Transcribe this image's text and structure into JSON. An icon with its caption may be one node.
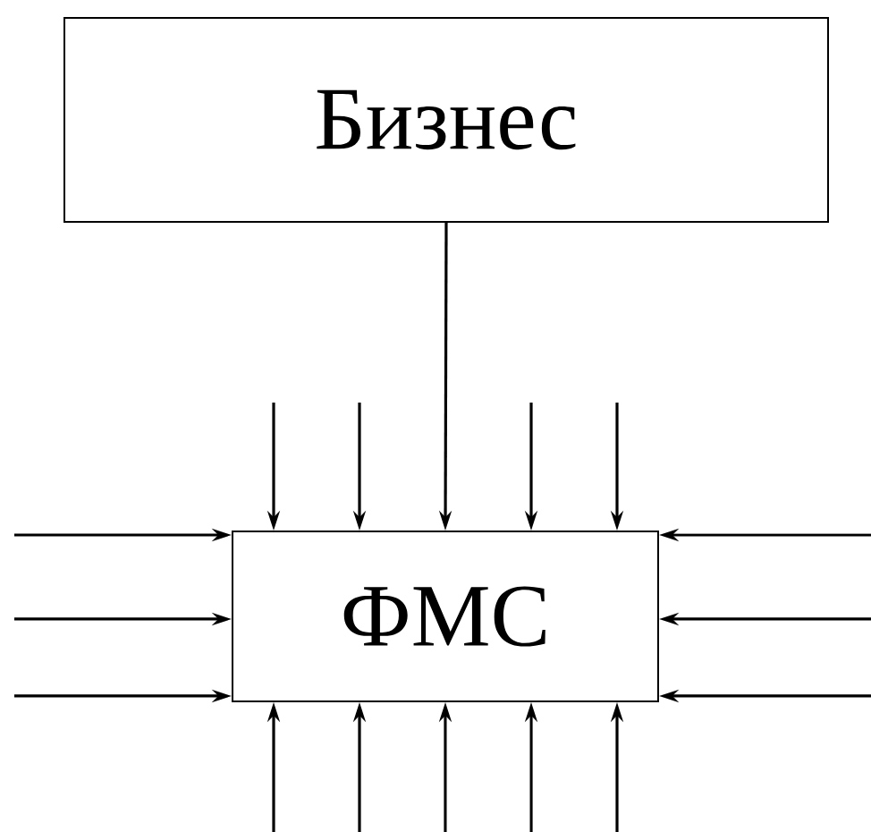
{
  "diagram": {
    "nodes": [
      {
        "text": [
          "Бизнес"
        ]
      },
      {
        "text": [
          "ФМС"
        ]
      }
    ],
    "edges": [
      {
        "from": 0,
        "to": 1,
        "arrow": "to"
      },
      {
        "from": null,
        "to": 1,
        "arrow": "to"
      },
      {
        "from": null,
        "to": 1,
        "arrow": "to"
      },
      {
        "from": null,
        "to": 1,
        "arrow": "to"
      },
      {
        "from": null,
        "to": 1,
        "arrow": "to"
      },
      {
        "from": null,
        "to": 1,
        "arrow": "to"
      },
      {
        "from": null,
        "to": 1,
        "arrow": "to"
      },
      {
        "from": null,
        "to": 1,
        "arrow": "to"
      },
      {
        "from": null,
        "to": 1,
        "arrow": "to"
      },
      {
        "from": null,
        "to": 1,
        "arrow": "to"
      },
      {
        "from": null,
        "to": 1,
        "arrow": "to"
      },
      {
        "from": null,
        "to": 1,
        "arrow": "to"
      },
      {
        "from": null,
        "to": 1,
        "arrow": "to"
      },
      {
        "from": null,
        "to": 1,
        "arrow": "to"
      },
      {
        "from": null,
        "to": 1,
        "arrow": "to"
      },
      {
        "from": null,
        "to": 1,
        "arrow": "to"
      }
    ]
  }
}
